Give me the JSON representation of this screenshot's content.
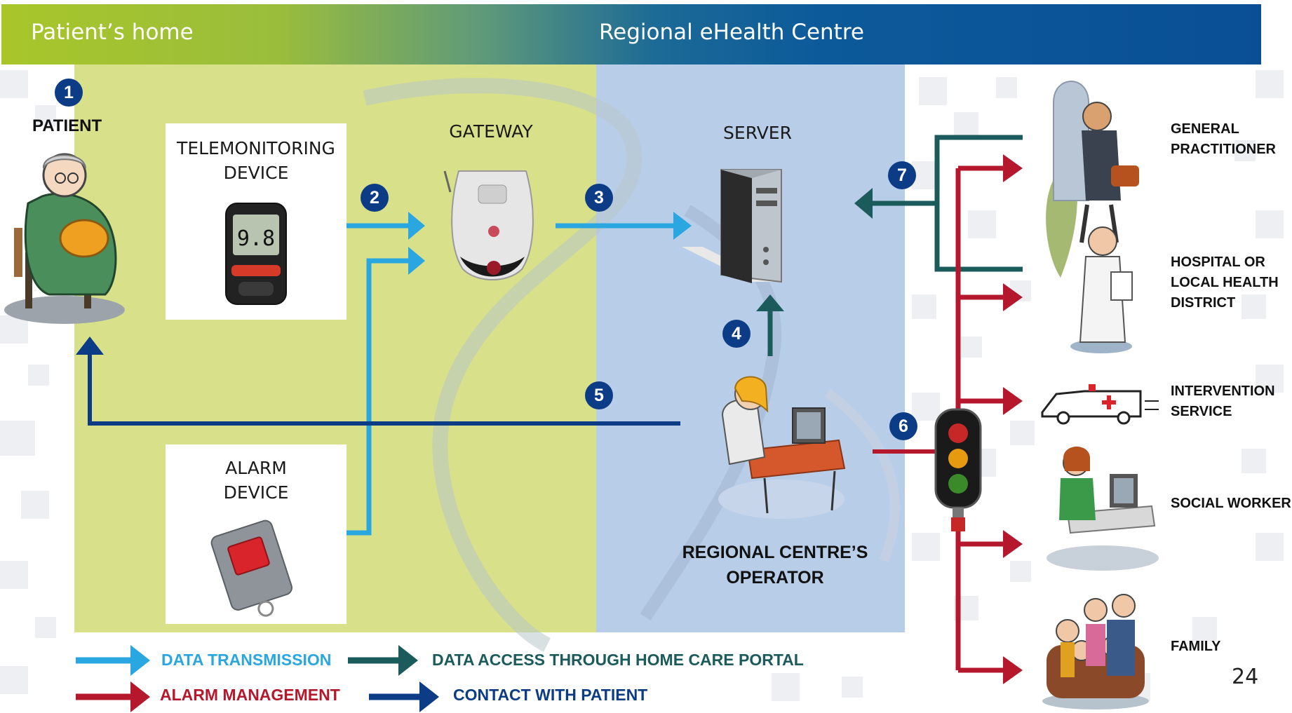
{
  "header": {
    "left_title": "Patient’s home",
    "right_title": "Regional eHealth Centre"
  },
  "patient": {
    "number": "1",
    "label": "PATIENT"
  },
  "telemonitoring": {
    "line1": "TELEMONITORING",
    "line2": "DEVICE",
    "screen_value": "9.8"
  },
  "gateway": {
    "label": "GATEWAY"
  },
  "server": {
    "label": "SERVER"
  },
  "alarm_device": {
    "line1": "ALARM",
    "line2": "DEVICE"
  },
  "operator": {
    "line1": "REGIONAL CENTRE’S",
    "line2": "OPERATOR"
  },
  "steps": [
    "2",
    "3",
    "4",
    "5",
    "6",
    "7"
  ],
  "roles": {
    "gp": [
      "GENERAL",
      "PRACTITIONER"
    ],
    "hospital": [
      "HOSPITAL OR",
      "LOCAL HEALTH",
      "DISTRICT"
    ],
    "intervention": [
      "INTERVENTION",
      "SERVICE"
    ],
    "social": [
      "SOCIAL WORKER"
    ],
    "family": [
      "FAMILY"
    ]
  },
  "legend": {
    "data_transmission": "DATA TRANSMISSION",
    "data_access": "DATA ACCESS THROUGH HOME CARE PORTAL",
    "alarm_management": "ALARM MANAGEMENT",
    "contact_patient": "CONTACT WITH PATIENT"
  },
  "page_number": "24",
  "colors": {
    "data_transmission": "#2aa6e0",
    "data_access": "#1b5b5b",
    "alarm_management": "#b5182c",
    "contact_patient": "#0d3c87"
  }
}
